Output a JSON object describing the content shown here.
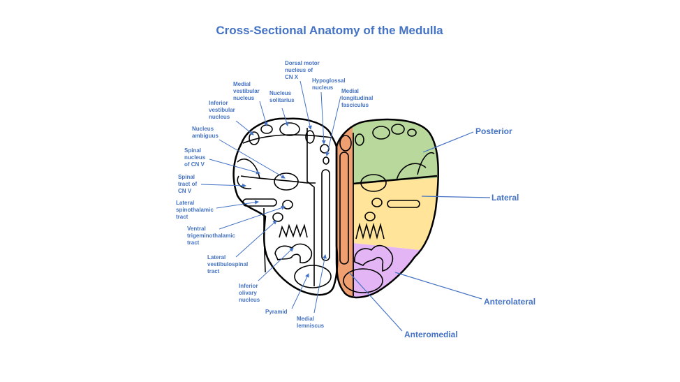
{
  "title": "Cross-Sectional Anatomy of the Medulla",
  "colors": {
    "text_blue": "#4472C4",
    "posterior": "#B9D99C",
    "lateral": "#FFE49A",
    "anterolateral": "#E3B5F5",
    "anteromedial": "#F0A070",
    "outline": "#000000"
  },
  "labels": {
    "dorsal_motor": "Dorsal motor\nnucleus of\nCN X",
    "hypoglossal": "Hypoglossal\nnucleus",
    "mlf": "Medial\nlongitudinal\nfasciculus",
    "medial_vestibular": "Medial\nvestibular\nnucleus",
    "nucleus_solitarius": "Nucleus\nsolitarius",
    "inferior_vestibular": "Inferior\nvestibular\nnucleus",
    "nucleus_ambiguus": "Nucleus\nambiguus",
    "spinal_nucleus": "Spinal\nnucleus\nof CN V",
    "spinal_tract": "Spinal\ntract of\nCN V",
    "lateral_spinothalamic": "Lateral\nspinothalamic\ntract",
    "ventral_trigeminothalamic": "Ventral\ntrigeminothalamic\ntract",
    "lateral_vestibulospinal": "Lateral\nvestibulospinal\ntract",
    "inferior_olivary": "Inferior\nolivary\nnucleus",
    "pyramid": "Pyramid",
    "medial_lemniscus": "Medial\nlemniscus"
  },
  "regions": {
    "posterior": "Posterior",
    "lateral": "Lateral",
    "anterolateral": "Anterolateral",
    "anteromedial": "Anteromedial"
  }
}
